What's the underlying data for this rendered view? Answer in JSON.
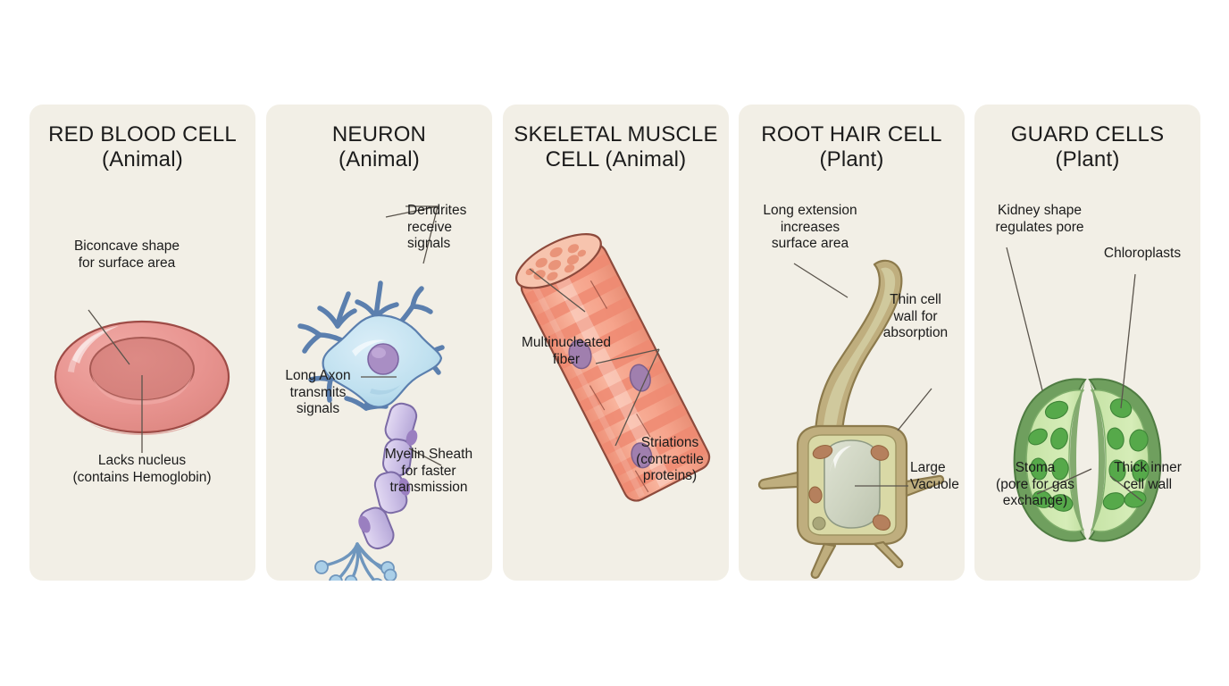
{
  "page": {
    "background": "#ffffff",
    "card_background": "#f2efe6",
    "text_color": "#1b1b1b",
    "leader_color": "#5a544c"
  },
  "cards": [
    {
      "id": "red-blood-cell",
      "title": "RED BLOOD CELL",
      "subtitle": "(Animal)",
      "kind": "Animal",
      "colors": {
        "body": "#e89490",
        "dimple": "#dd8a85",
        "outline": "#9e4b46",
        "highlight": "#f3b6b1"
      },
      "labels": [
        {
          "name": "biconcave-shape",
          "text": "Biconcave shape\nfor surface area"
        },
        {
          "name": "lacks-nucleus",
          "text": "Lacks nucleus\n(contains Hemoglobin)"
        }
      ]
    },
    {
      "id": "neuron",
      "title": "NEURON",
      "subtitle": "(Animal)",
      "kind": "Animal",
      "colors": {
        "soma": "#bfe0ef",
        "soma_outline": "#5b7fae",
        "nucleus": "#a98ec4",
        "myelin": "#cfc3e8",
        "myelin_outline": "#7c6ba6",
        "terminal": "#aacfe8"
      },
      "labels": [
        {
          "name": "dendrites",
          "text": "Dendrites\nreceive\nsignals"
        },
        {
          "name": "long-axon",
          "text": "Long Axon\ntransmits\nsignals"
        },
        {
          "name": "myelin-sheath",
          "text": "Myelin Sheath\nfor faster\ntransmission"
        }
      ]
    },
    {
      "id": "skeletal-muscle-cell",
      "title": "SKELETAL MUSCLE",
      "subtitle": "CELL (Animal)",
      "kind": "Animal",
      "colors": {
        "fiber": "#f6a48c",
        "stripe": "#ef8a72",
        "outline": "#8d4a3c",
        "nucleus": "#a07fae",
        "cut_end": "#f7c4ae"
      },
      "labels": [
        {
          "name": "multinucleated-fiber",
          "text": "Multinucleated\nfiber"
        },
        {
          "name": "striations",
          "text": "Striations\n(contractile\nproteins)"
        }
      ]
    },
    {
      "id": "root-hair-cell",
      "title": "ROOT HAIR CELL",
      "subtitle": "(Plant)",
      "kind": "Plant",
      "colors": {
        "wall": "#bfae7e",
        "wall_outline": "#8c7a4c",
        "cytoplasm": "#d9d9a6",
        "vacuole": "#c9cfba",
        "organelle": "#b5805d"
      },
      "labels": [
        {
          "name": "long-extension",
          "text": "Long extension\nincreases\nsurface area"
        },
        {
          "name": "thin-cell-wall",
          "text": "Thin cell\nwall for\nabsorption"
        },
        {
          "name": "large-vacuole",
          "text": "Large\nVacuole"
        }
      ]
    },
    {
      "id": "guard-cells",
      "title": "GUARD CELLS",
      "subtitle": "(Plant)",
      "kind": "Plant",
      "colors": {
        "cell": "#cfe8b0",
        "wall": "#6f9f5e",
        "inner_wall": "#84ab70",
        "chloroplast": "#56a94a",
        "pore": "#f2efe6"
      },
      "labels": [
        {
          "name": "kidney-shape",
          "text": "Kidney shape\nregulates pore"
        },
        {
          "name": "chloroplasts",
          "text": "Chloroplasts"
        },
        {
          "name": "stoma",
          "text": "Stoma\n(pore for gas\nexchange)"
        },
        {
          "name": "thick-inner-cell-wall",
          "text": "Thick inner\ncell wall"
        }
      ]
    }
  ]
}
